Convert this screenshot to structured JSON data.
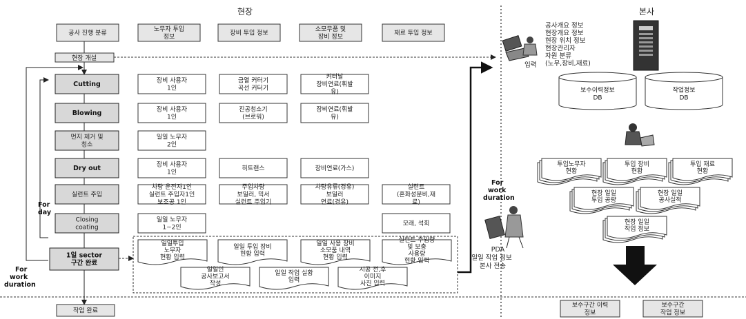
{
  "headers": {
    "site": "현장",
    "hq": "본사"
  },
  "top_row": [
    [
      "공사 진행 분류"
    ],
    [
      "노무자 투입",
      "정보"
    ],
    [
      "장비 투입 정보"
    ],
    [
      "소모무품 및",
      "장비 정보"
    ],
    [
      "재료 투입 정보"
    ]
  ],
  "site_open": "현장 개설",
  "steps": [
    {
      "label": [
        "Cutting"
      ],
      "bold": true,
      "cells": [
        [
          "장비 사용자",
          "1인"
        ],
        [
          "금열 커터기",
          "곡선 커터기"
        ],
        [
          "커터날",
          "장비연료(휘발",
          "유)"
        ]
      ]
    },
    {
      "label": [
        "Blowing"
      ],
      "bold": true,
      "cells": [
        [
          "장비 사용자",
          "1인"
        ],
        [
          "진공청소기",
          "(브로워)"
        ],
        [
          "장비연료(휘발",
          "유)"
        ]
      ]
    },
    {
      "label": [
        "먼지 제거 및",
        "청소"
      ],
      "bold": false,
      "cells": [
        [
          "일일 노무자",
          "2인"
        ]
      ]
    },
    {
      "label": [
        "Dry out"
      ],
      "bold": true,
      "cells": [
        [
          "장비 사용자",
          "1인"
        ],
        [
          "히트랜스"
        ],
        [
          "장비연료(가스)"
        ]
      ]
    },
    {
      "label": [
        "실런트 주입"
      ],
      "bold": false,
      "cells": [
        [
          "차량 운전자1인",
          "실런트 주입자1인",
          "보조공 1인"
        ],
        [
          "주입차량",
          "보일러, 믹서",
          "실런트 주입기"
        ],
        [
          "차량유류(경유)",
          "보일러",
          "연료(경유)"
        ],
        [
          "실런트",
          "(혼화성분비,재",
          "료)"
        ]
      ]
    },
    {
      "label": [
        "Closing",
        "coating"
      ],
      "bold": false,
      "cells": [
        [
          "일일 노무자",
          "1~2인"
        ],
        [
          "모래, 석회"
        ]
      ]
    }
  ],
  "sector_done": [
    "1일 sector",
    "구간 완료"
  ],
  "input_docs": [
    [
      "일일투입",
      "노무자",
      "현황 입력"
    ],
    [
      "일일 투입 장비",
      "현황 입력"
    ],
    [
      "일일 사용 장비",
      "소모품 내역",
      "현황 입력"
    ],
    [
      "실런트 주입량",
      "및 보충",
      "사용량",
      "현황 입력"
    ],
    [
      "일일인",
      "공사보고서",
      "작성"
    ],
    [
      "일일 작업 실황",
      "입력"
    ],
    [
      "시공 전,후",
      "이미지",
      "사진 입력"
    ]
  ],
  "work_done": "작업 완료",
  "side_labels": {
    "day": [
      "For",
      "day"
    ],
    "work": [
      "For",
      "work",
      "duration"
    ]
  },
  "hq": {
    "info": [
      "공사개요 정보",
      "현장개요 정보",
      "현장 위치 정보",
      "현장관리자",
      "자원 분류",
      "(노무,장비,재료)"
    ],
    "input_tag": "입력",
    "db": [
      [
        "보수이력정보",
        "DB"
      ],
      [
        "작업정보",
        "DB"
      ]
    ],
    "docs_row1": [
      [
        "투입노무자",
        "현황"
      ],
      [
        "투입 장비",
        "현황"
      ],
      [
        "투입 재료",
        "현황"
      ]
    ],
    "docs_row2": [
      [
        "현장 일일",
        "투입 공량"
      ],
      [
        "현장 일일",
        "공사실적"
      ]
    ],
    "docs_row3": [
      [
        "현장 일일",
        "작업 정보"
      ]
    ],
    "pda_work": [
      "For",
      "work",
      "duration"
    ],
    "pda": [
      "PDA",
      "일일 작업 정보",
      "본사 전송"
    ],
    "bottom": [
      [
        "보수구간 이력",
        "정보"
      ],
      [
        "보수구간",
        "작업 정보"
      ]
    ]
  }
}
